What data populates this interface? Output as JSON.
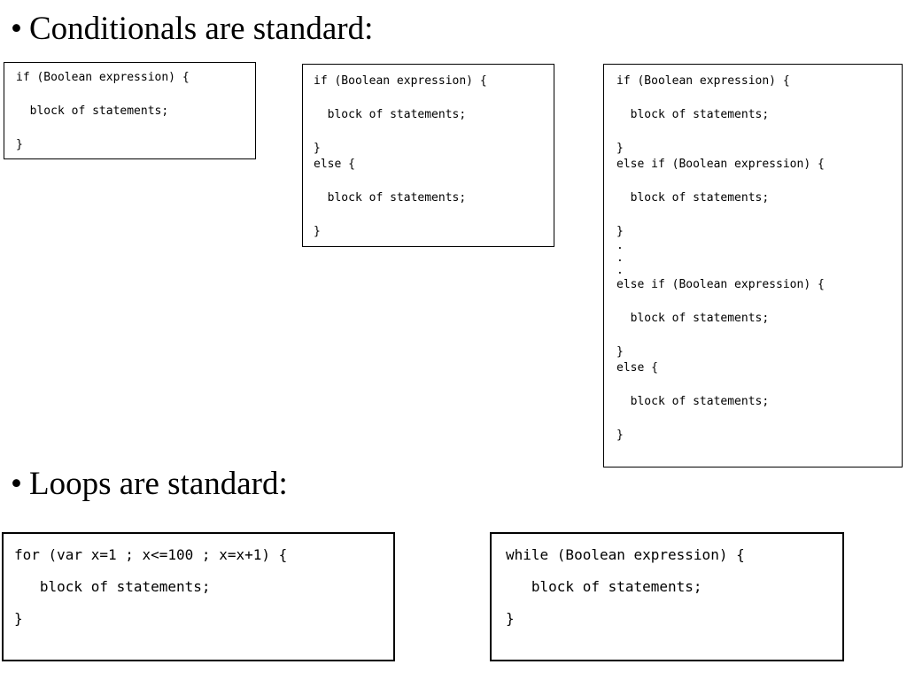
{
  "bullet": "•",
  "sections": {
    "conditionals": {
      "heading": "Conditionals are standard:"
    },
    "loops": {
      "heading": "Loops are standard:"
    }
  },
  "code": {
    "if_block": [
      "if (Boolean expression) {",
      "  block of statements;",
      "}"
    ],
    "if_else_block": [
      "if (Boolean expression) {",
      "  block of statements;",
      "}",
      "else {",
      "  block of statements;",
      "}"
    ],
    "if_elseif_block": [
      "if (Boolean expression) {",
      "  block of statements;",
      "}",
      "else if (Boolean expression) {",
      "  block of statements;",
      "}",
      ".",
      ".",
      ".",
      "else if (Boolean expression) {",
      "  block of statements;",
      "}",
      "else {",
      "  block of statements;",
      "}"
    ],
    "for_loop": [
      "for (var x=1 ; x<=100 ; x=x+1) {",
      "   block of statements;",
      "}"
    ],
    "while_loop": [
      "while (Boolean expression) {",
      "   block of statements;",
      "}"
    ]
  }
}
